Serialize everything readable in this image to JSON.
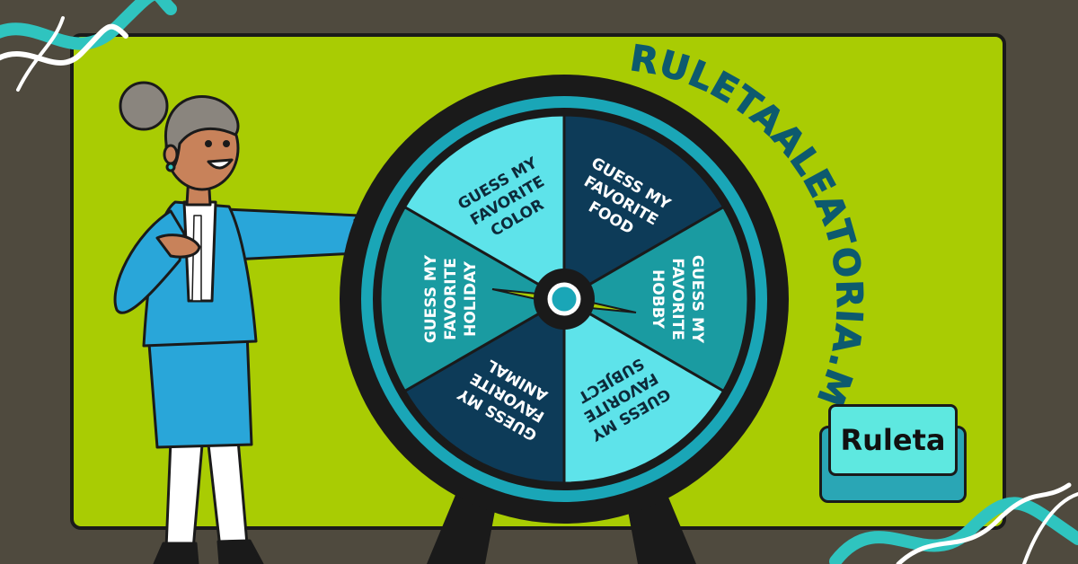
{
  "brand": {
    "site_name": "RULETAALEATORIA.MX"
  },
  "button": {
    "label": "Ruleta"
  },
  "wheel": {
    "segments": [
      {
        "lines": [
          "GUESS MY",
          "FAVORITE",
          "FOOD"
        ],
        "color": "#0d3b58"
      },
      {
        "lines": [
          "GUESS MY",
          "FAVORITE",
          "HOBBY"
        ],
        "color": "#1a9ba1"
      },
      {
        "lines": [
          "GUESS MY",
          "FAVORITE",
          "SUBJECT"
        ],
        "color": "#5ee3ea"
      },
      {
        "lines": [
          "GUESS MY",
          "FAVORITE",
          "ANIMAL"
        ],
        "color": "#0d3b58"
      },
      {
        "lines": [
          "GUESS MY",
          "FAVORITE",
          "HOLIDAY"
        ],
        "color": "#1a9ba1"
      },
      {
        "lines": [
          "GUESS MY",
          "FAVORITE",
          "COLOR"
        ],
        "color": "#5ee3ea"
      }
    ]
  },
  "colors": {
    "background": "#4f4a3e",
    "panel": "#a9cc03",
    "title": "#0d5a6e",
    "accent": "#1aa6b7"
  }
}
